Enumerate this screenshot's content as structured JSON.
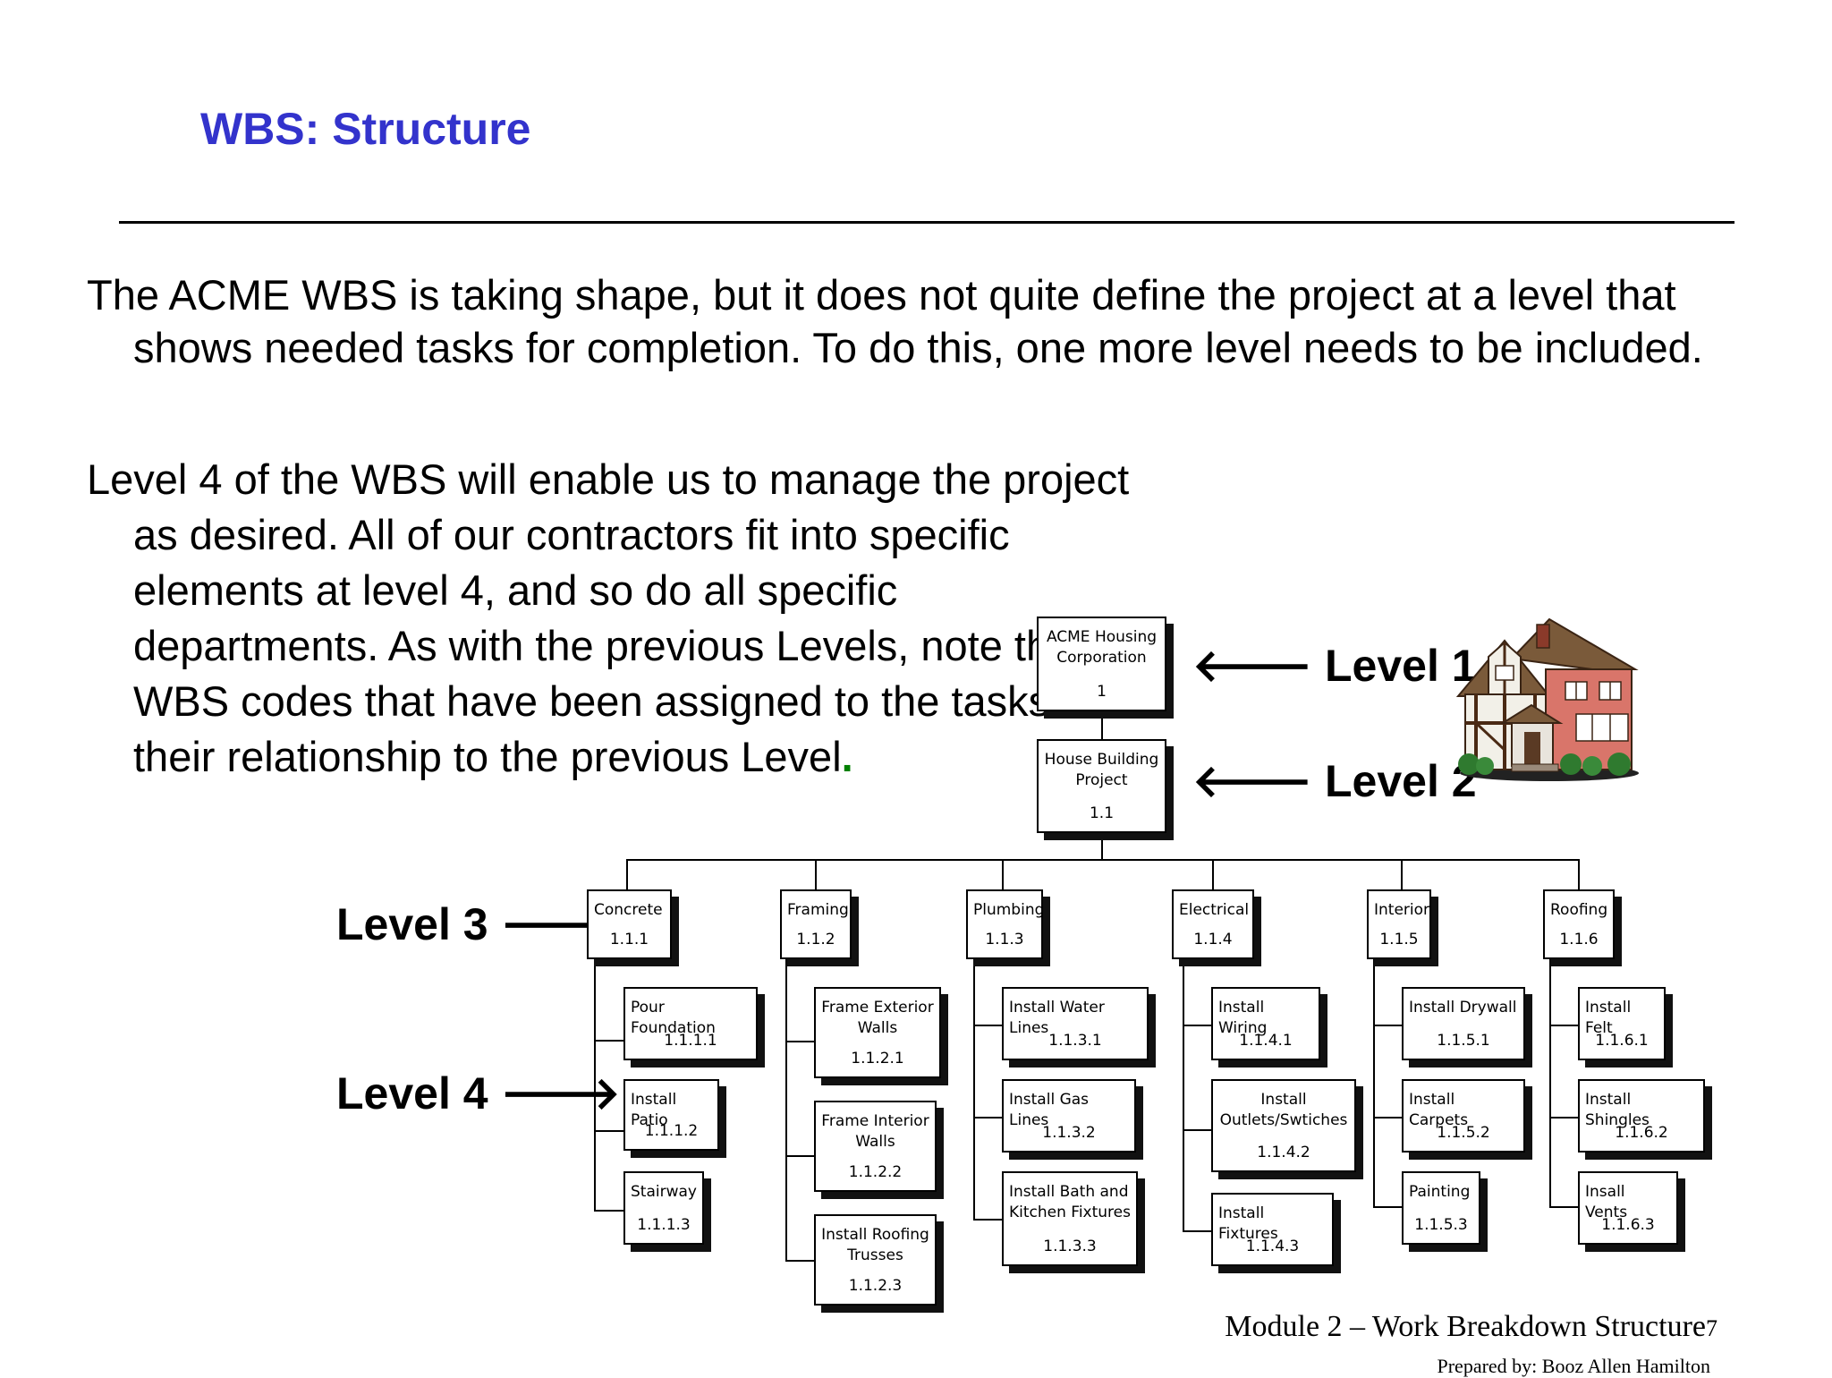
{
  "slide": {
    "title": "WBS: Structure",
    "paragraph1": "The ACME WBS is taking shape, but it does not quite define the project at a level that shows needed tasks for completion. To do this, one more level needs to be included.",
    "paragraph2": "Level 4 of the WBS will enable us to manage the project as desired.  All of our contractors fit into specific elements at level 4, and so do all specific departments. As with the previous Levels, note the WBS codes that have been assigned to the tasks and their relationship to the previous Level",
    "paragraph2_end": ".",
    "footer": "Module 2 – Work Breakdown Structure",
    "page_number": "7",
    "prepared_by": "Prepared by: Booz Allen Hamilton"
  },
  "levels": {
    "level1": "🡐 Level 1",
    "level2": "🡐 Level 2",
    "level3": "Level 3 🡒",
    "level4": "Level 4 🡒"
  },
  "wbs": {
    "root": {
      "label": "ACME Housing Corporation",
      "code": "1"
    },
    "project": {
      "label": "House Building Project",
      "code": "1.1"
    },
    "level3": [
      {
        "label": "Concrete",
        "code": "1.1.1"
      },
      {
        "label": "Framing",
        "code": "1.1.2"
      },
      {
        "label": "Plumbing",
        "code": "1.1.3"
      },
      {
        "label": "Electrical",
        "code": "1.1.4"
      },
      {
        "label": "Interior",
        "code": "1.1.5"
      },
      {
        "label": "Roofing",
        "code": "1.1.6"
      }
    ],
    "concrete": [
      {
        "label": "Pour Foundation",
        "code": "1.1.1.1"
      },
      {
        "label": "Install Patio",
        "code": "1.1.1.2"
      },
      {
        "label": "Stairway",
        "code": "1.1.1.3"
      }
    ],
    "framing": [
      {
        "label": "Frame Exterior Walls",
        "code": "1.1.2.1"
      },
      {
        "label": "Frame Interior Walls",
        "code": "1.1.2.2"
      },
      {
        "label": "Install Roofing Trusses",
        "code": "1.1.2.3"
      }
    ],
    "plumbing": [
      {
        "label": "Install Water Lines",
        "code": "1.1.3.1"
      },
      {
        "label": "Install Gas Lines",
        "code": "1.1.3.2"
      },
      {
        "label": "Install Bath and Kitchen Fixtures",
        "code": "1.1.3.3"
      }
    ],
    "electrical": [
      {
        "label": "Install Wiring",
        "code": "1.1.4.1"
      },
      {
        "label": "Install Outlets/Swtiches",
        "code": "1.1.4.2"
      },
      {
        "label": "Install Fixtures",
        "code": "1.1.4.3"
      }
    ],
    "interior": [
      {
        "label": "Install Drywall",
        "code": "1.1.5.1"
      },
      {
        "label": "Install Carpets",
        "code": "1.1.5.2"
      },
      {
        "label": "Painting",
        "code": "1.1.5.3"
      }
    ],
    "roofing": [
      {
        "label": "Install Felt",
        "code": "1.1.6.1"
      },
      {
        "label": "Install Shingles",
        "code": "1.1.6.2"
      },
      {
        "label": "Insall Vents",
        "code": "1.1.6.3"
      }
    ]
  },
  "colors": {
    "title": "#3333cc",
    "accent_dot": "#008000"
  }
}
